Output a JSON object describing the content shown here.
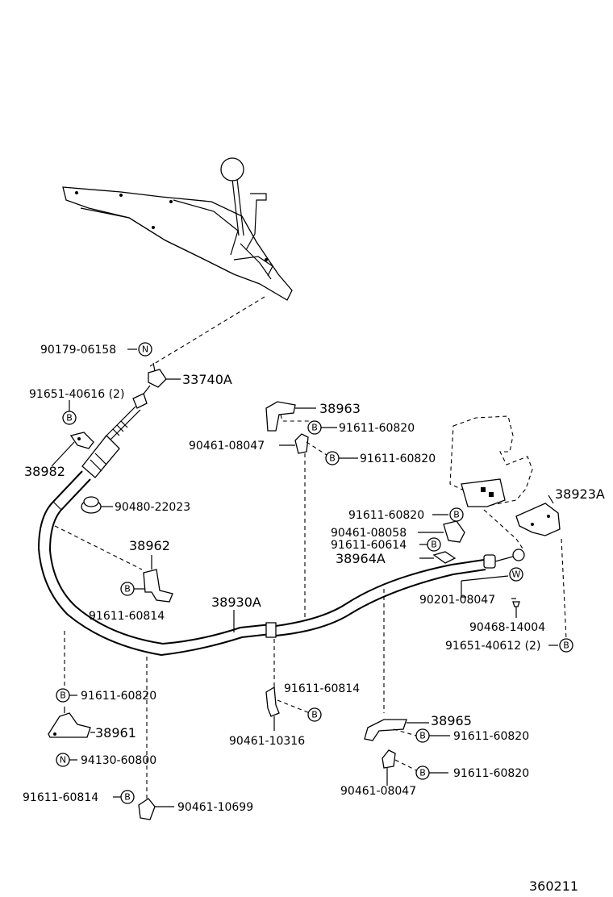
{
  "diagram_code": "360211",
  "labels": {
    "p_90179_06158": "90179-06158",
    "p_33740A": "33740A",
    "p_91651_40616": "91651-40616 (2)",
    "p_38982": "38982",
    "p_90480_22023": "90480-22023",
    "p_38962": "38962",
    "p_91611_60814_a": "91611-60814",
    "p_38930A": "38930A",
    "p_91611_60820_a": "91611-60820",
    "p_38961": "38961",
    "p_94130_60800": "94130-60800",
    "p_91611_60814_b": "91611-60814",
    "p_90461_10699": "90461-10699",
    "p_38963": "38963",
    "p_91611_60820_b": "91611-60820",
    "p_90461_08047_a": "90461-08047",
    "p_91611_60820_c": "91611-60820",
    "p_38923A": "38923A",
    "p_91611_60820_d": "91611-60820",
    "p_90461_08058": "90461-08058",
    "p_91611_60614": "91611-60614",
    "p_38964A": "38964A",
    "p_90201_08047": "90201-08047",
    "p_90468_14004": "90468-14004",
    "p_91651_40612": "91651-40612 (2)",
    "p_91611_60814_c": "91611-60814",
    "p_90461_10316": "90461-10316",
    "p_38965": "38965",
    "p_91611_60820_e": "91611-60820",
    "p_91611_60820_f": "91611-60820",
    "p_90461_08047_b": "90461-08047"
  },
  "badges": {
    "n": "N",
    "b": "B",
    "w": "W"
  }
}
